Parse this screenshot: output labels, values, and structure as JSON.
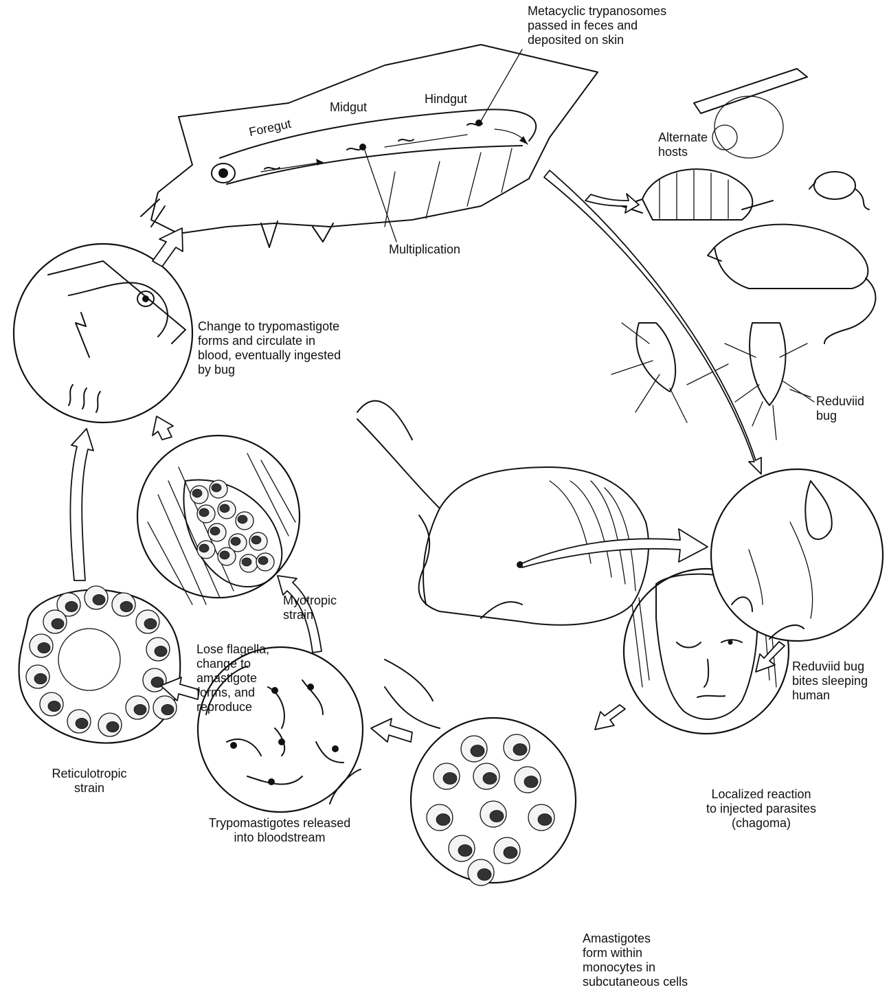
{
  "labels": {
    "metacyclic": "Metacyclic trypanosomes\npassed in feces and\ndeposited on skin",
    "foregut": "Foregut",
    "midgut": "Midgut",
    "hindgut": "Hindgut",
    "multiplication": "Multiplication",
    "alternate_hosts": "Alternate\nhosts",
    "reduviid_bug": "Reduviid\nbug",
    "change_trypomastigote": "Change to trypomastigote\nforms and circulate in\nblood, eventually ingested\nby bug",
    "bug_bites": "Reduviid bug\nbites sleeping\nhuman",
    "localized_reaction": "Localized reaction\nto injected parasites\n(chagoma)",
    "amastigotes_form": "Amastigotes\nform within\nmonocytes in\nsubcutaneous cells",
    "trypomastigotes_released": "Trypomastigotes released\ninto bloodstream",
    "reticulotropic": "Reticulotropic\nstrain",
    "lose_flagella": "Lose flagella,\nchange to\namastigote\nforms, and\nreproduce",
    "myotropic": "Myotropic\nstrain"
  }
}
